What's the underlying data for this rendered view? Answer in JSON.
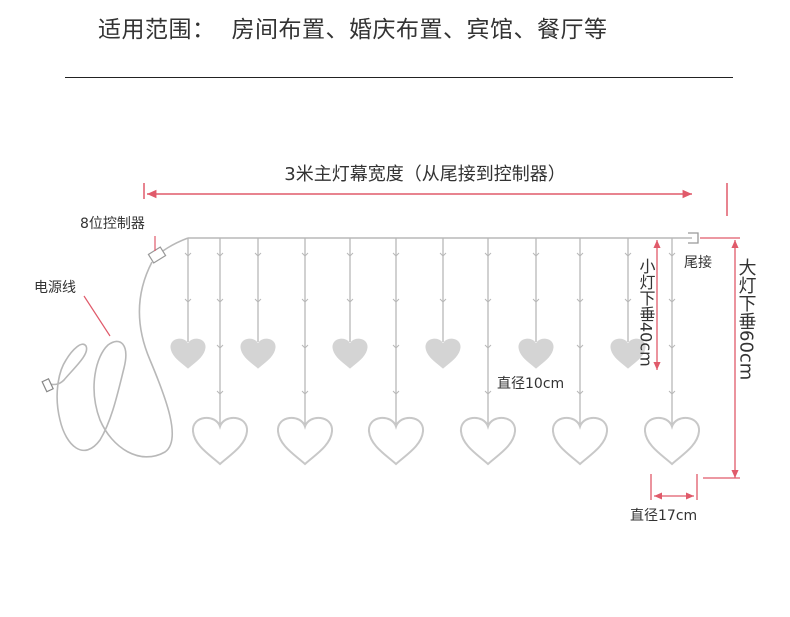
{
  "header": {
    "prefix": "适用范围：",
    "scope": "房间布置、婚庆布置、宾馆、餐厅等"
  },
  "diagram": {
    "width_label": "3米主灯幕宽度（从尾接到控制器）",
    "controller_label": "8位控制器",
    "power_label": "电源线",
    "tail_label": "尾接",
    "small_drop_label": "小灯下垂40cm",
    "large_drop_label": "大灯下垂60cm",
    "small_diameter_label": "直径10cm",
    "large_diameter_label": "直径17cm",
    "small_heart_count": 6,
    "large_heart_count": 6,
    "colors": {
      "accent": "#e05a6a",
      "wire": "#b8b8b8",
      "small_heart_fill": "#d4d4d4",
      "large_heart_stroke": "#c8c8c8",
      "text": "#333333"
    }
  }
}
